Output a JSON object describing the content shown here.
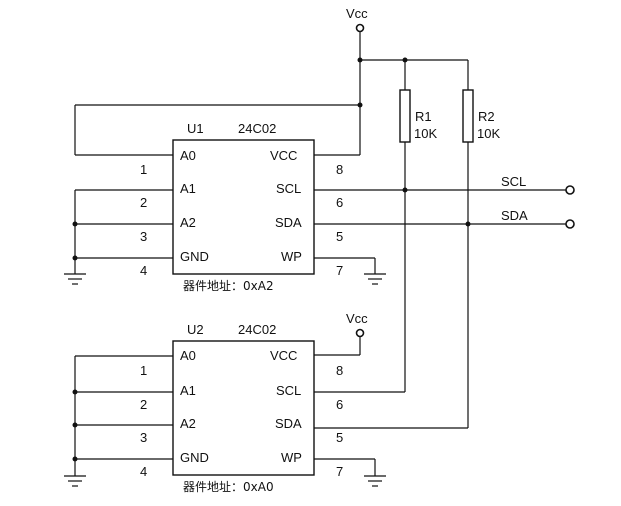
{
  "vcc_label": "Vcc",
  "chips": [
    {
      "ref": "U1",
      "part": "24C02",
      "address_label": "器件地址：0xA2",
      "left_pins": [
        {
          "num": "1",
          "name": "A0"
        },
        {
          "num": "2",
          "name": "A1"
        },
        {
          "num": "3",
          "name": "A2"
        },
        {
          "num": "4",
          "name": "GND"
        }
      ],
      "right_pins": [
        {
          "num": "8",
          "name": "VCC"
        },
        {
          "num": "6",
          "name": "SCL"
        },
        {
          "num": "5",
          "name": "SDA"
        },
        {
          "num": "7",
          "name": "WP"
        }
      ]
    },
    {
      "ref": "U2",
      "part": "24C02",
      "address_label": "器件地址：0xA0",
      "left_pins": [
        {
          "num": "1",
          "name": "A0"
        },
        {
          "num": "2",
          "name": "A1"
        },
        {
          "num": "3",
          "name": "A2"
        },
        {
          "num": "4",
          "name": "GND"
        }
      ],
      "right_pins": [
        {
          "num": "8",
          "name": "VCC"
        },
        {
          "num": "6",
          "name": "SCL"
        },
        {
          "num": "5",
          "name": "SDA"
        },
        {
          "num": "7",
          "name": "WP"
        }
      ]
    }
  ],
  "resistors": [
    {
      "ref": "R1",
      "value": "10K"
    },
    {
      "ref": "R2",
      "value": "10K"
    }
  ],
  "bus_labels": {
    "scl": "SCL",
    "sda": "SDA"
  }
}
